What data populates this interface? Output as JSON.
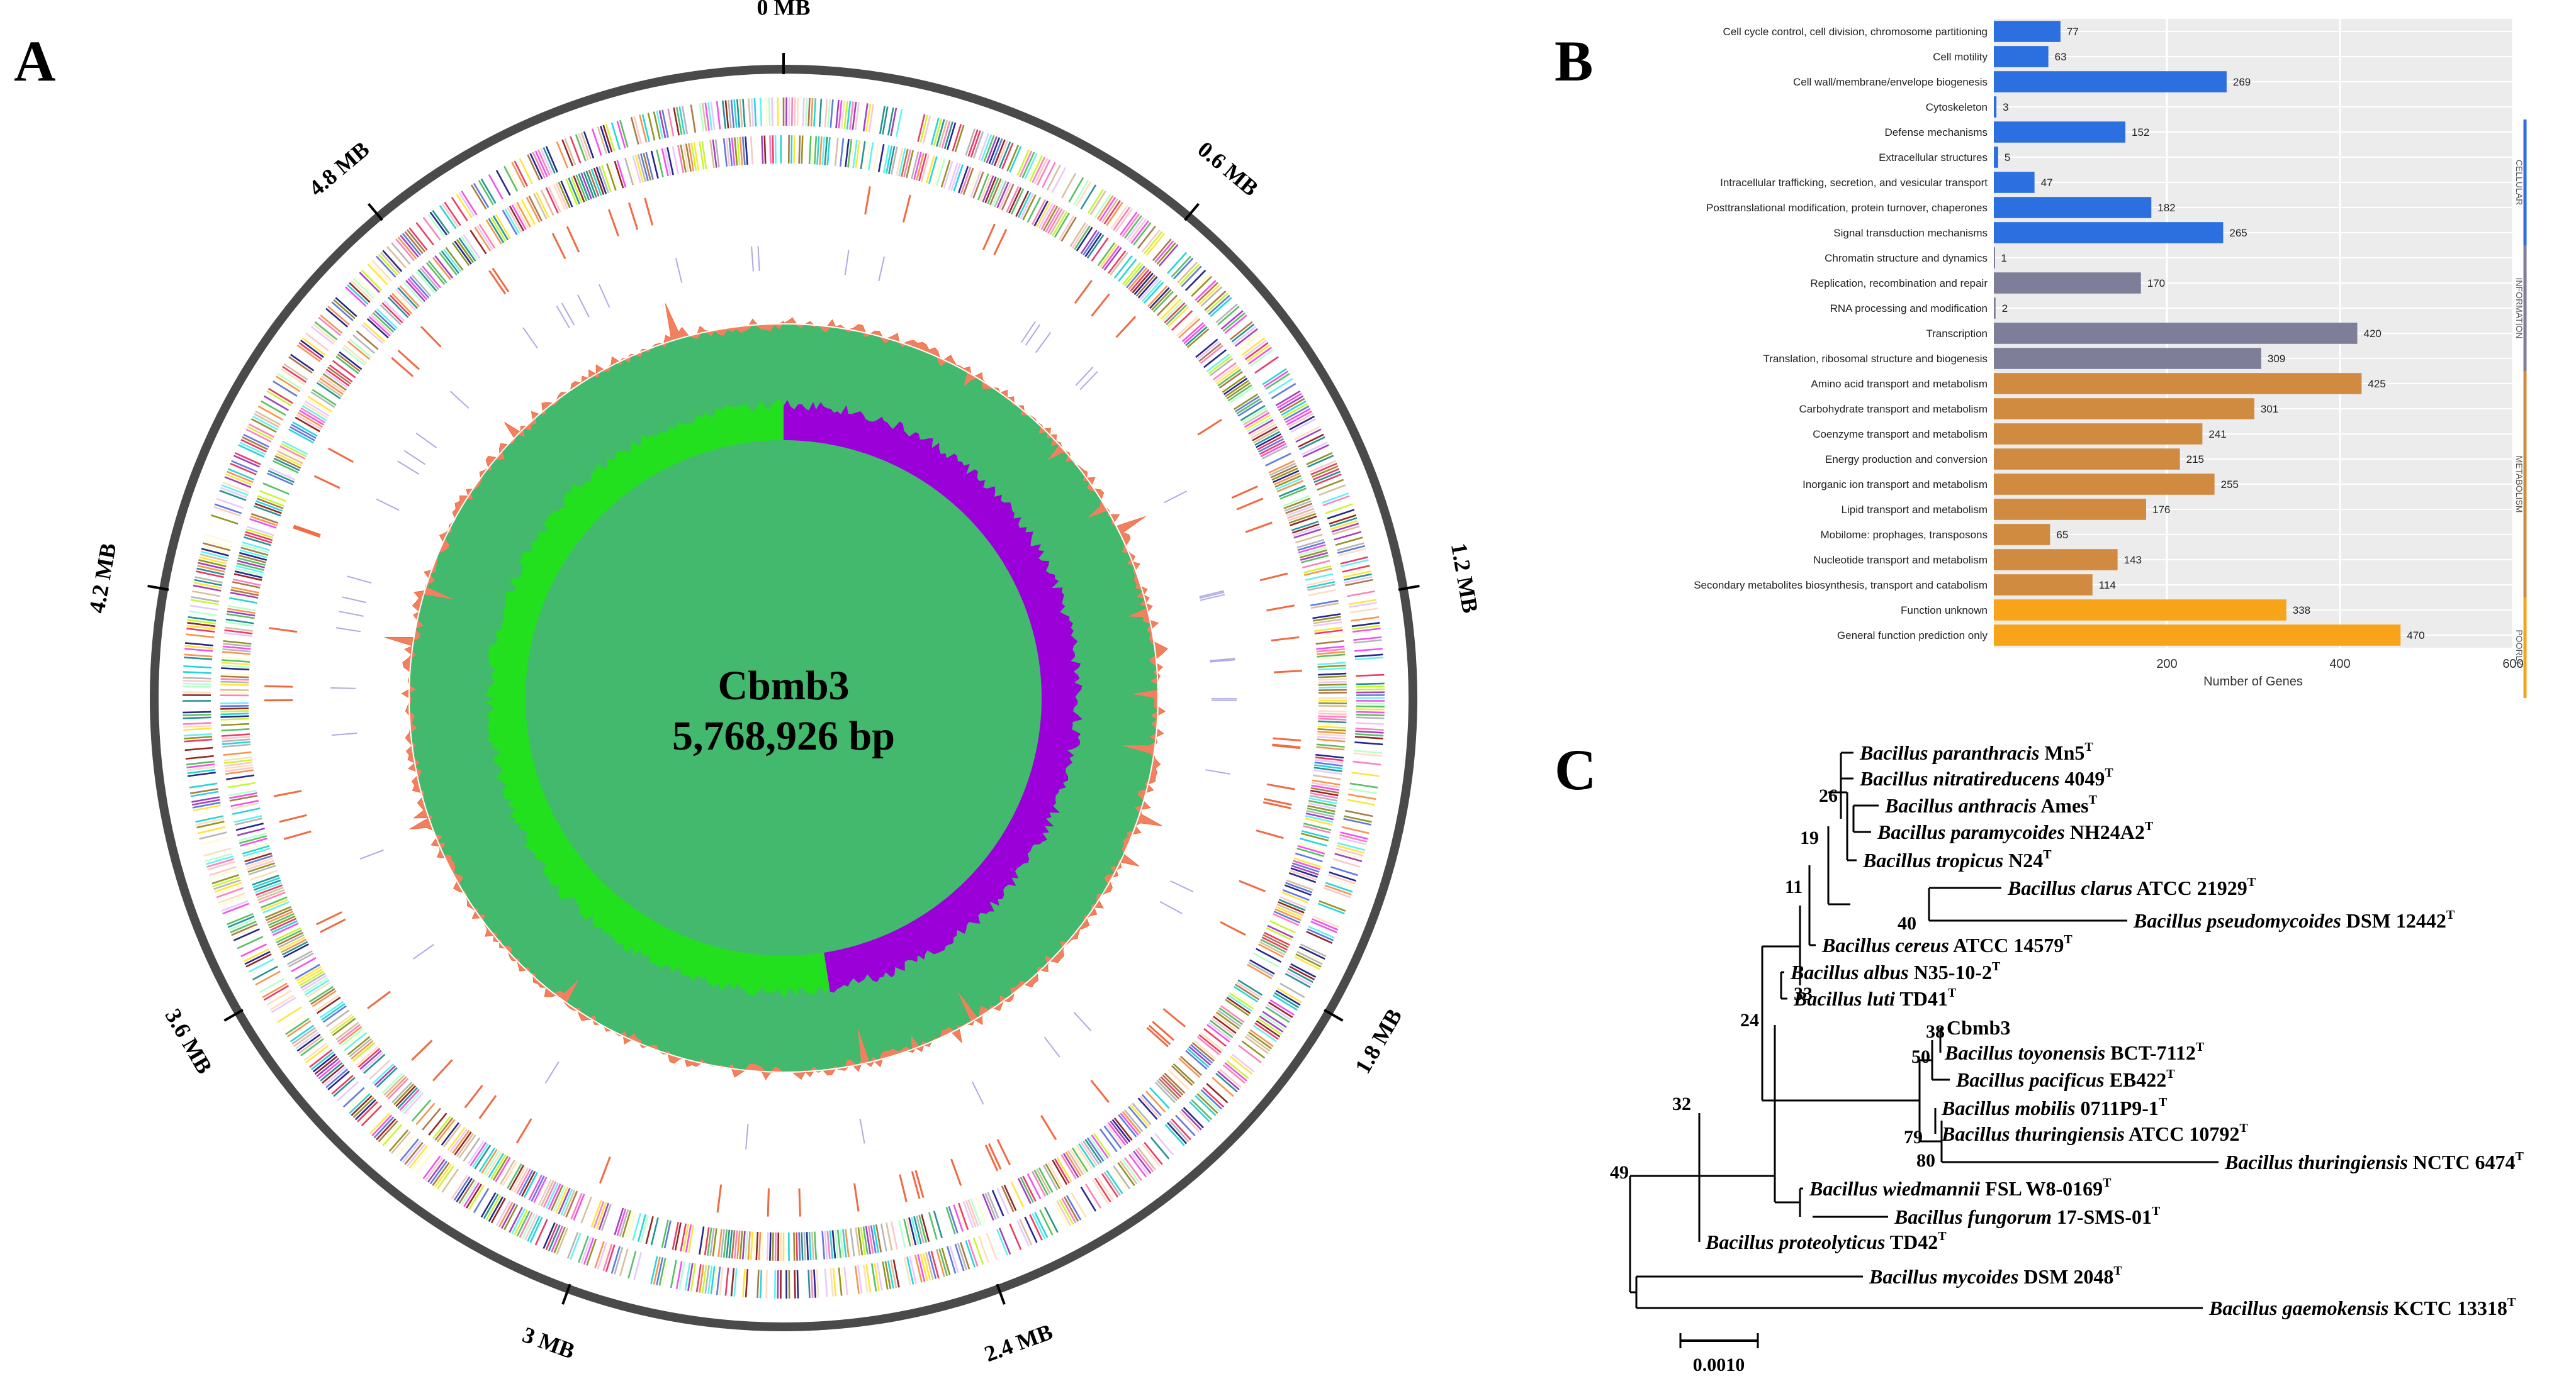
{
  "panels": {
    "a": "A",
    "b": "B",
    "c": "C"
  },
  "genome": {
    "name": "Cbmb3",
    "size": "5,768,926 bp",
    "tick_labels": [
      "0 MB",
      "0.6 MB",
      "1.2 MB",
      "1.8 MB",
      "2.4 MB",
      "3 MB",
      "3.6 MB",
      "4.2 MB",
      "4.8 MB"
    ],
    "colors": {
      "ring": "#4a4a4a",
      "gc_skew_pos": "#9b00d9",
      "gc_skew_neg": "#22e01d",
      "gc_content_up": "#f06a42",
      "gc_content_down": "#2fbf6f",
      "rrna": "#f06a42"
    }
  },
  "chart_data": {
    "type": "bar",
    "orientation": "horizontal",
    "xlabel": "Number of Genes",
    "xticks": [
      200,
      400,
      600
    ],
    "xlim": [
      0,
      600
    ],
    "grid": true,
    "categories": [
      "Cell cycle control, cell division, chromosome partitioning",
      "Cell motility",
      "Cell wall/membrane/envelope biogenesis",
      "Cytoskeleton",
      "Defense mechanisms",
      "Extracellular structures",
      "Intracellular trafficking, secretion, and vesicular transport",
      "Posttranslational modification, protein turnover, chaperones",
      "Signal transduction mechanisms",
      "Chromatin structure and dynamics",
      "Replication, recombination and repair",
      "RNA processing and modification",
      "Transcription",
      "Translation, ribosomal structure and biogenesis",
      "Amino acid transport and metabolism",
      "Carbohydrate transport and metabolism",
      "Coenzyme transport and metabolism",
      "Energy production and conversion",
      "Inorganic ion transport and metabolism",
      "Lipid transport and metabolism",
      "Mobilome: prophages, transposons",
      "Nucleotide transport and metabolism",
      "Secondary metabolites biosynthesis, transport and catabolism",
      "Function unknown",
      "General function prediction only"
    ],
    "values": [
      77,
      63,
      269,
      3,
      152,
      5,
      47,
      182,
      265,
      1,
      170,
      2,
      420,
      309,
      425,
      301,
      241,
      215,
      255,
      176,
      65,
      143,
      114,
      338,
      470
    ],
    "groups": [
      "C",
      "C",
      "C",
      "C",
      "C",
      "C",
      "C",
      "C",
      "C",
      "I",
      "I",
      "I",
      "I",
      "I",
      "M",
      "M",
      "M",
      "M",
      "M",
      "M",
      "M",
      "M",
      "M",
      "P",
      "P"
    ],
    "group_labels": {
      "C": "CELLULAR",
      "I": "INFORMATION",
      "M": "METABOLISM",
      "P": "POORLY"
    },
    "group_colors": {
      "C": "#2b6fe0",
      "I": "#7e7e98",
      "M": "#d08b41",
      "P": "#f7a41a"
    }
  },
  "tree": {
    "scale_label": "0.0010",
    "taxa": [
      {
        "genus": "Bacillus",
        "species": "paranthracis",
        "strain": "Mn5",
        "type": true
      },
      {
        "genus": "Bacillus",
        "species": "nitratireducens",
        "strain": "4049",
        "type": true
      },
      {
        "genus": "Bacillus",
        "species": "anthracis",
        "strain": "Ames",
        "type": true
      },
      {
        "genus": "Bacillus",
        "species": "paramycoides",
        "strain": "NH24A2",
        "type": true
      },
      {
        "genus": "Bacillus",
        "species": "tropicus",
        "strain": "N24",
        "type": true
      },
      {
        "genus": "Bacillus",
        "species": "clarus",
        "strain": "ATCC 21929",
        "type": true
      },
      {
        "genus": "Bacillus",
        "species": "pseudomycoides",
        "strain": "DSM 12442",
        "type": true
      },
      {
        "genus": "Bacillus",
        "species": "cereus",
        "strain": "ATCC 14579",
        "type": true
      },
      {
        "genus": "Bacillus",
        "species": "albus",
        "strain": "N35-10-2",
        "type": true
      },
      {
        "genus": "Bacillus",
        "species": "luti",
        "strain": "TD41",
        "type": true
      },
      {
        "genus": "",
        "species": "",
        "strain": "Cbmb3",
        "type": false
      },
      {
        "genus": "Bacillus",
        "species": "toyonensis",
        "strain": "BCT-7112",
        "type": true
      },
      {
        "genus": "Bacillus",
        "species": "pacificus",
        "strain": "EB422",
        "type": true
      },
      {
        "genus": "Bacillus",
        "species": "mobilis",
        "strain": "0711P9-1",
        "type": true
      },
      {
        "genus": "Bacillus",
        "species": "thuringiensis",
        "strain": "ATCC 10792",
        "type": true
      },
      {
        "genus": "Bacillus",
        "species": "thuringiensis",
        "strain": "NCTC 6474",
        "type": true
      },
      {
        "genus": "Bacillus",
        "species": "wiedmannii",
        "strain": "FSL W8-0169",
        "type": true
      },
      {
        "genus": "Bacillus",
        "species": "fungorum",
        "strain": "17-SMS-01",
        "type": true
      },
      {
        "genus": "Bacillus",
        "species": "proteolyticus",
        "strain": "TD42",
        "type": true
      },
      {
        "genus": "Bacillus",
        "species": "mycoides",
        "strain": "DSM 2048",
        "type": true
      },
      {
        "genus": "Bacillus",
        "species": "gaemokensis",
        "strain": "KCTC 13318",
        "type": true
      }
    ],
    "bootstrap": [
      "26",
      "19",
      "40",
      "11",
      "33",
      "24",
      "38",
      "50",
      "79",
      "80",
      "32",
      "49"
    ],
    "type_mark": "T"
  }
}
